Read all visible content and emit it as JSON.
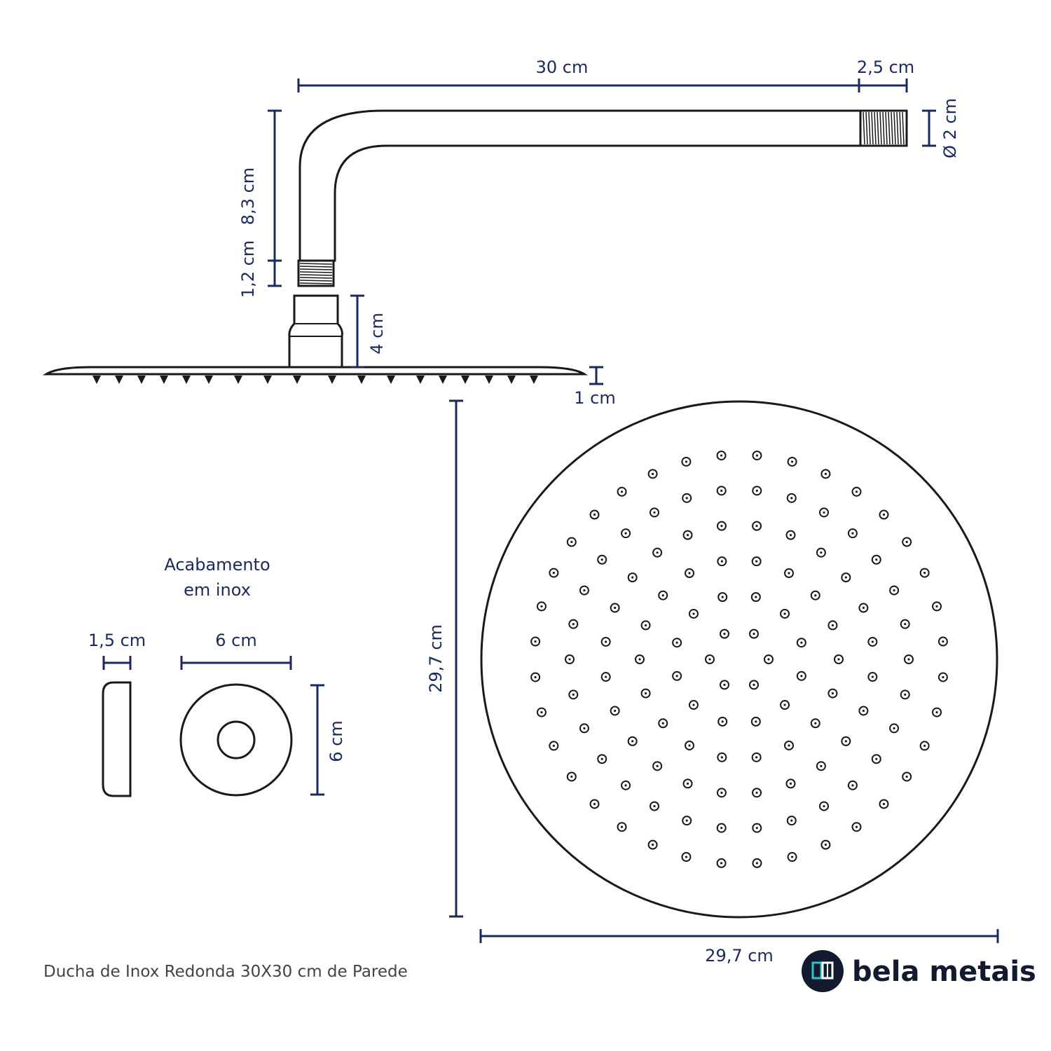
{
  "dimensions": {
    "arm_length": "30 cm",
    "thread_length": "2,5 cm",
    "thread_diameter": "Ø 2 cm",
    "arm_drop": "8,3 cm",
    "lower_thread": "1,2 cm",
    "connector_height": "4 cm",
    "plate_thickness": "1 cm",
    "head_height": "29,7 cm",
    "head_width": "29,7 cm",
    "escutcheon_depth": "1,5 cm",
    "escutcheon_width": "6 cm",
    "escutcheon_height": "6 cm"
  },
  "finish_label": {
    "line1": "Acabamento",
    "line2": "em inox"
  },
  "caption": "Ducha de Inox Redonda 30X30 cm de Parede",
  "brand": {
    "name": "bela metais",
    "logo_icon": "bela-metais-logo-icon"
  },
  "colors": {
    "dimension": "#1b2a5c",
    "outline": "#1a1a1a",
    "brand_dark": "#111a2e",
    "logo_accent": "#2ec4c6"
  }
}
